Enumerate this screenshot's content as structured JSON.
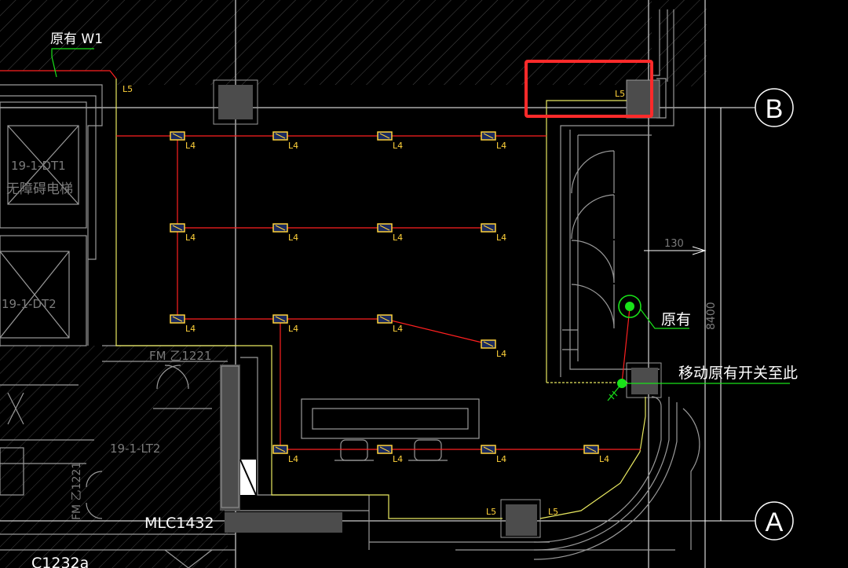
{
  "drawing": {
    "background": "#000000",
    "colors": {
      "wall": "#9a9a9a",
      "hatch": "#4a4a4a",
      "circuit": "#ff2020",
      "outline_yellow": "#e8e860",
      "fixture": "#ffd23a",
      "fixture_text": "#ffd23a",
      "gridline": "#ffffff",
      "annotation": "#ffffff",
      "switch_green": "#19e319",
      "leader_green": "#19e319",
      "highlight_box": "#ff2a2a",
      "column_fill": "#4c4c4c"
    },
    "labels": {
      "existing_w1": "原有 W1",
      "existing": "原有",
      "move_switch": "移动原有开关至此",
      "fixture_tag": "L4",
      "fixture_tag_l5": "L5",
      "door_fm_1": "FM 乙1221",
      "door_fm_2": "FM 乙1221",
      "lift_1": "19-1-DT1",
      "lift_1b": "无障碍电梯",
      "lift_2": "19-1-DT2",
      "stair": "19-1-LT2",
      "window_mlc": "MLC1432",
      "window_c": "C1232a",
      "dim_130": "130",
      "dim_8400": "8400"
    },
    "axes": {
      "B": "B",
      "A": "A"
    }
  }
}
